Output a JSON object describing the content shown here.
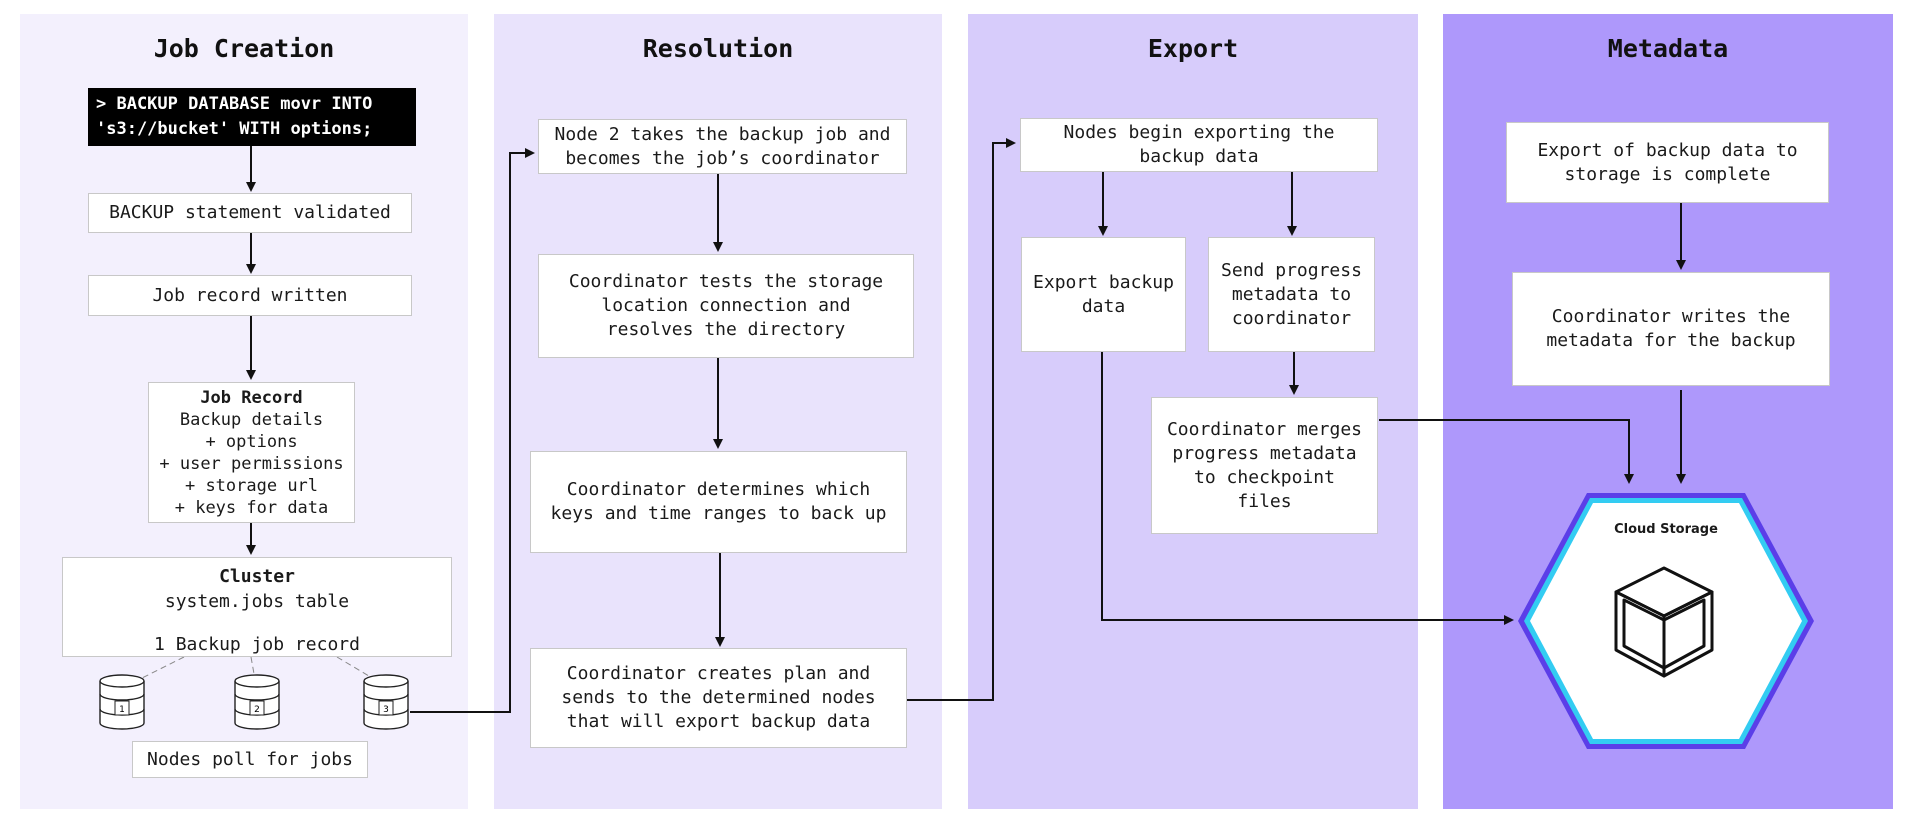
{
  "colors": {
    "lane_job_creation": "#f3f0fd",
    "lane_resolution": "#e9e3fc",
    "lane_export": "#d7ccfb",
    "lane_metadata": "#ae98fb",
    "cloud_outer": "#6c4cf5",
    "cloud_inner": "#33ccf2"
  },
  "lanes": {
    "job_creation": {
      "title": "Job Creation",
      "command": "> BACKUP DATABASE movr INTO\n's3://bucket' WITH options;",
      "validated": "BACKUP statement validated",
      "record_written": "Job record written",
      "job_record": {
        "title": "Job Record",
        "line1": "Backup details",
        "line2": "+ options",
        "line3": "+ user permissions",
        "line4": "+ storage url",
        "line5": "+ keys for data"
      },
      "cluster": {
        "title": "Cluster",
        "table": "system.jobs table",
        "record": "1 Backup job record"
      },
      "nodes": [
        "1",
        "2",
        "3"
      ],
      "nodes_poll": "Nodes poll for jobs"
    },
    "resolution": {
      "title": "Resolution",
      "step1": "Node 2 takes the backup job and\nbecomes the job’s coordinator",
      "step2": "Coordinator tests the storage\nlocation connection and\nresolves the directory",
      "step3": "Coordinator determines which\nkeys and time ranges to back up",
      "step4": "Coordinator creates plan and\nsends to the determined nodes\nthat will export backup data"
    },
    "export": {
      "title": "Export",
      "step1": "Nodes begin exporting the\nbackup data",
      "export_data": "Export backup\ndata",
      "send_progress": "Send progress\nmetadata to\ncoordinator",
      "merge": "Coordinator merges\nprogress metadata\nto checkpoint\nfiles"
    },
    "metadata": {
      "title": "Metadata",
      "complete": "Export of backup data to\nstorage is complete",
      "writes": "Coordinator writes the\nmetadata for the backup",
      "cloud_storage": "Cloud Storage"
    }
  }
}
